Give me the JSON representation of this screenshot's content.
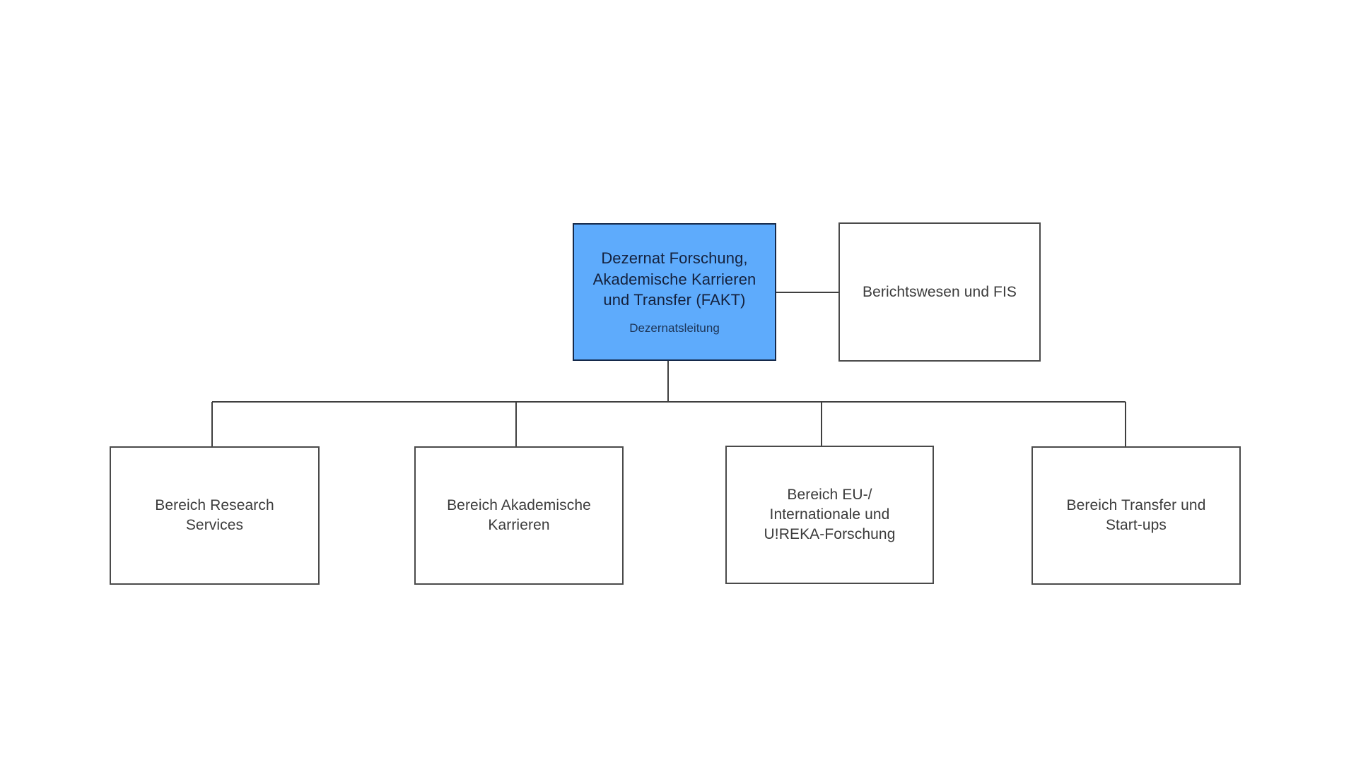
{
  "diagram": {
    "type": "org-chart",
    "background": "#ffffff",
    "root_fill": "#5EABFC",
    "root_border": "#15294a",
    "node_border": "#4a4a4a",
    "node_fill": "#ffffff",
    "edge_color": "#3f3f3f"
  },
  "root": {
    "title": "Dezernat Forschung,\nAkademische Karrieren\nund Transfer (FAKT)",
    "subtitle": "Dezernatsleitung"
  },
  "staff": {
    "title": "Berichtswesen und FIS"
  },
  "children": [
    {
      "title": "Bereich Research\nServices"
    },
    {
      "title": "Bereich Akademische\nKarrieren"
    },
    {
      "title": "Bereich EU-/\nInternationale und\nU!REKA-Forschung"
    },
    {
      "title": "Bereich Transfer und\nStart-ups"
    }
  ]
}
